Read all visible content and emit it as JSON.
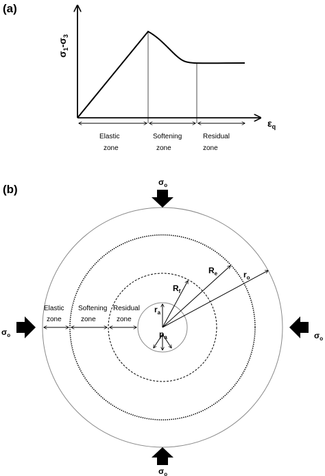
{
  "panel_a": {
    "label": "(a)",
    "y_axis": {
      "main": "σ",
      "sub1": "1",
      "sep": "-σ",
      "sub2": "3"
    },
    "x_axis": {
      "main": "ε",
      "sub": "q"
    },
    "zones": [
      {
        "line1": "Elastic",
        "line2": "zone"
      },
      {
        "line1": "Softening",
        "line2": "zone"
      },
      {
        "line1": "Residual",
        "line2": "zone"
      }
    ]
  },
  "panel_b": {
    "label": "(b)",
    "stress": {
      "main": "σ",
      "sub": "o"
    },
    "zones": [
      {
        "line1": "Elastic",
        "line2": "zone"
      },
      {
        "line1": "Softening",
        "line2": "zone"
      },
      {
        "line1": "Residual",
        "line2": "zone"
      }
    ],
    "radii": {
      "ra": {
        "main": "r",
        "sub": "a"
      },
      "pa": {
        "main": "p",
        "sub": "a"
      },
      "Rf": {
        "main": "R",
        "sub": "f"
      },
      "Re": {
        "main": "R",
        "sub": "e"
      },
      "ro": {
        "main": "r",
        "sub": "o"
      }
    }
  }
}
